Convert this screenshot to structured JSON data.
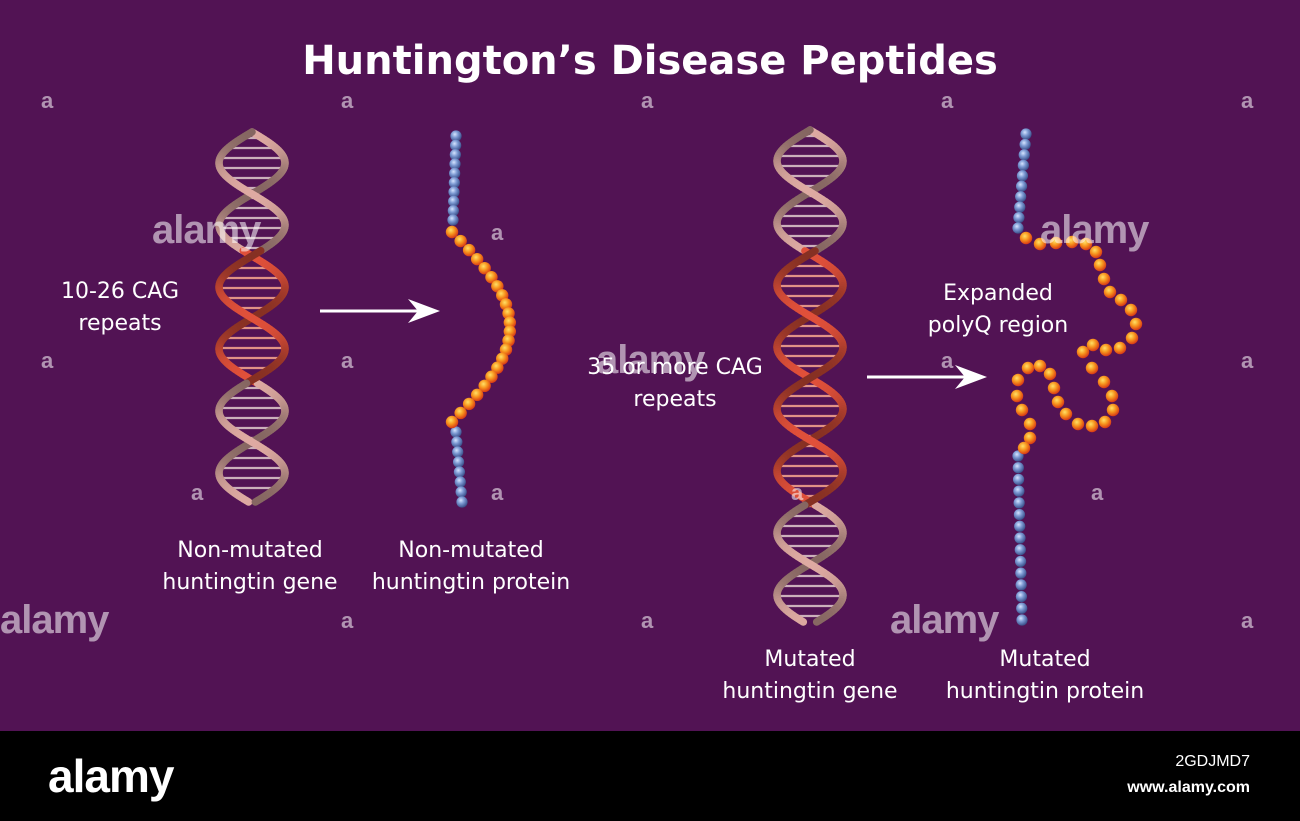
{
  "title": "Huntington’s Disease Peptides",
  "labels": {
    "normal_repeats": [
      "10-26 CAG",
      "repeats"
    ],
    "mutated_repeats": [
      "35 or more CAG",
      "repeats"
    ],
    "expanded_region": [
      "Expanded",
      "polyQ region"
    ],
    "normal_gene": [
      "Non-mutated",
      "huntingtin gene"
    ],
    "normal_protein": [
      "Non-mutated",
      "huntingtin protein"
    ],
    "mutated_gene": [
      "Mutated",
      "huntingtin gene"
    ],
    "mutated_protein": [
      "Mutated",
      "huntingtin protein"
    ]
  },
  "watermark": {
    "text": "alamy",
    "letter": "a"
  },
  "footer": {
    "logo": "alamy",
    "image_id": "2GDJMD7",
    "url": "www.alamy.com"
  },
  "colors": {
    "background": "#521354",
    "footer": "#000000",
    "text": "#ffffff",
    "dna_normal": "#e8b4a8",
    "dna_repeat": "#e0503a",
    "bead_blue": "#6f8fcc",
    "bead_orange": "#f28a1a",
    "arrow": "#ffffff"
  },
  "icons": [
    "dna-helix-icon",
    "protein-chain-icon",
    "arrow-icon"
  ]
}
